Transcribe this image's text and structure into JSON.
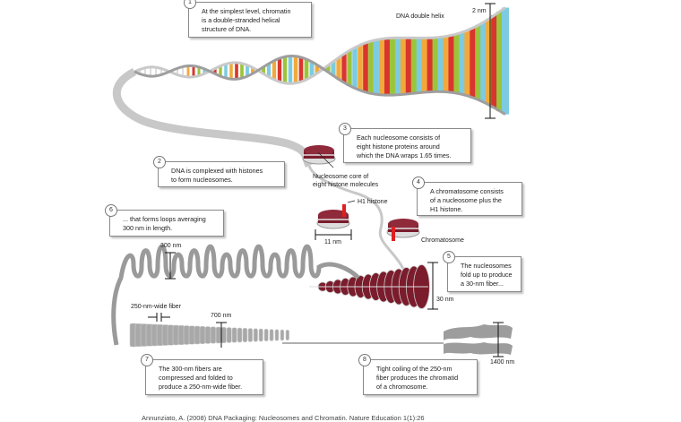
{
  "figure": {
    "title": "DNA packaging into chromatin",
    "colors": {
      "backbone": "#c9c9c9",
      "base_red": "#d9352e",
      "base_green": "#9cc43a",
      "base_blue": "#7ccbe0",
      "base_orange": "#f2a93b",
      "histone": "#7b1c2c",
      "h1": "#e02020",
      "fiber": "#a8a8a8"
    }
  },
  "callouts": [
    {
      "number": "1",
      "text_lines": [
        "At the simplest level, chromatin",
        "is a double-stranded helical",
        "structure of DNA."
      ]
    },
    {
      "number": "2",
      "text_lines": [
        "DNA is complexed with histones",
        "to form nucleosomes."
      ]
    },
    {
      "number": "3",
      "text_lines": [
        "Each nucleosome consists of",
        "eight histone proteins around",
        "which the DNA wraps 1.65 times."
      ]
    },
    {
      "number": "4",
      "text_lines": [
        "A chromatosome consists",
        "of a nucleosome plus the",
        "H1 histone."
      ]
    },
    {
      "number": "5",
      "text_lines": [
        "The nucleosomes",
        "fold up to produce",
        "a 30-nm fiber..."
      ]
    },
    {
      "number": "6",
      "text_lines": [
        "... that forms loops averaging",
        "300 nm in length."
      ]
    },
    {
      "number": "7",
      "text_lines": [
        "The 300-nm fibers are",
        "compressed and folded to",
        "produce a 250-nm-wide fiber."
      ]
    },
    {
      "number": "8",
      "text_lines": [
        "Tight coiling of the 250-nm",
        "fiber produces the chromatid",
        "of a chromosome."
      ]
    }
  ],
  "labels": {
    "dna_helix": "DNA double helix",
    "helix_width": "2 nm",
    "nucleosome_core": [
      "Nucleosome core of",
      "eight histone molecules"
    ],
    "h1_histone": "H1 histone",
    "nucleosome_width": "11 nm",
    "chromatosome": "Chromatosome",
    "fiber_30": "30 nm",
    "loops_300": "300 nm",
    "fiber_250": "250-nm-wide fiber",
    "width_700": "700 nm",
    "width_1400": "1400 nm"
  },
  "caption": "Annunziato, A. (2008) DNA Packaging: Nucleosomes and Chromatin. Nature Education 1(1):26"
}
